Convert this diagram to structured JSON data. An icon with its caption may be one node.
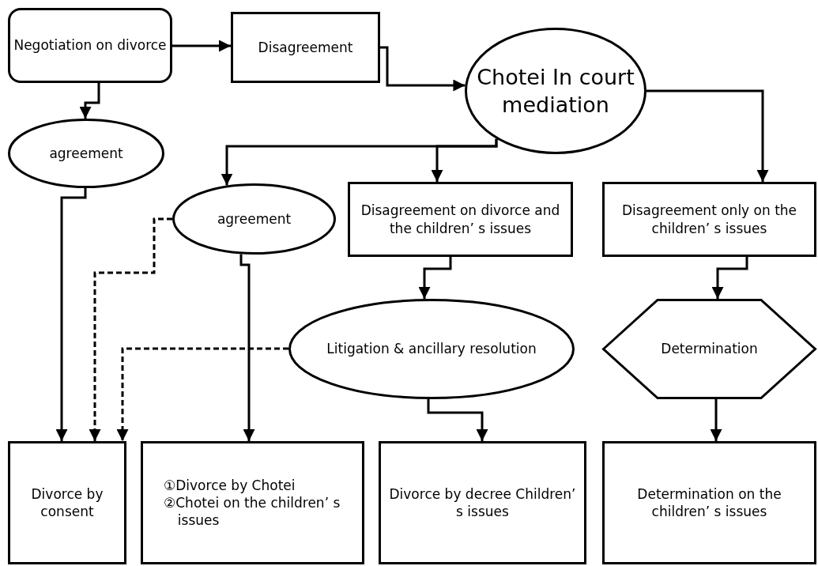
{
  "diagram": {
    "nodes": [
      {
        "text": [
          "Negotiation on divorce"
        ]
      },
      {
        "text": [
          "Disagreement"
        ]
      },
      {
        "text": [
          "Chotei In court mediation"
        ]
      },
      {
        "text": [
          "agreement"
        ]
      },
      {
        "text": [
          "agreement"
        ]
      },
      {
        "text": [
          "Disagreement on divorce and the children’ s issues"
        ]
      },
      {
        "text": [
          "Disagreement only on the children’ s issues"
        ]
      },
      {
        "text": [
          "Litigation & ancillary resolution"
        ]
      },
      {
        "text": [
          "Determination"
        ]
      },
      {
        "text": [
          "Divorce by consent"
        ]
      },
      {
        "text": [
          "①Divorce by Chotei",
          "②Chotei on the children’ s issues"
        ]
      },
      {
        "text": [
          "Divorce by decree Children’ s issues"
        ]
      },
      {
        "text": [
          "Determination on the children’ s issues"
        ]
      }
    ],
    "edges": [
      {
        "from": 0,
        "to": 1,
        "arrow": "to"
      },
      {
        "from": 0,
        "to": 3,
        "arrow": "to"
      },
      {
        "from": 1,
        "to": 2,
        "arrow": "to"
      },
      {
        "from": 2,
        "to": 4,
        "arrow": "to"
      },
      {
        "from": 2,
        "to": 5,
        "arrow": "to"
      },
      {
        "from": 2,
        "to": 6,
        "arrow": "to"
      },
      {
        "from": 3,
        "to": 9,
        "arrow": "to"
      },
      {
        "from": 4,
        "to": 9,
        "arrow": "to",
        "style": "dashed"
      },
      {
        "from": 4,
        "to": 10,
        "arrow": "to"
      },
      {
        "from": 5,
        "to": 7,
        "arrow": "to"
      },
      {
        "from": 7,
        "to": 9,
        "arrow": "to",
        "style": "dashed"
      },
      {
        "from": 7,
        "to": 11,
        "arrow": "to"
      },
      {
        "from": 6,
        "to": 8,
        "arrow": "to"
      },
      {
        "from": 8,
        "to": 12,
        "arrow": "to"
      }
    ]
  }
}
